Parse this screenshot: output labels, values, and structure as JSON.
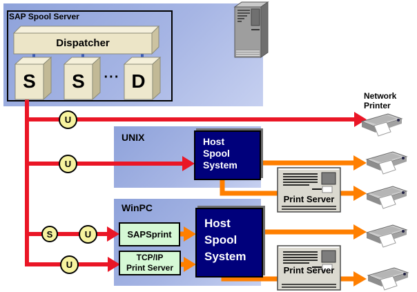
{
  "colors": {
    "panel_blue_start": "#8ea2da",
    "panel_blue_end": "#c6d0f0",
    "host_spool_navy": "#00007b",
    "connection_red": "#ea1626",
    "connection_orange": "#ff7f00",
    "badge_yellow": "#f7f39f",
    "green_box": "#d5f8d5",
    "cube_beige": "#eee8cd"
  },
  "sap_panel": {
    "title": "SAP Spool Server",
    "dispatcher_label": "Dispatcher",
    "work_processes": [
      {
        "letter": "S"
      },
      {
        "letter": "S"
      },
      {
        "letter": "D"
      }
    ],
    "ellipsis": "···"
  },
  "unix_panel": {
    "label": "UNIX",
    "host_spool_lines": [
      "Host",
      "Spool",
      "System"
    ]
  },
  "winpc_panel": {
    "label": "WinPC",
    "sapsprint_label": "SAPSprint",
    "tcpip_lines": [
      "TCP/IP",
      "Print Server"
    ],
    "host_spool_lines": [
      "Host",
      "Spool",
      "System"
    ]
  },
  "print_servers": [
    {
      "label": "Print Server"
    },
    {
      "label": "Print Server"
    }
  ],
  "network_printer": {
    "lines": [
      "Network",
      "Printer"
    ]
  },
  "badges": [
    {
      "letter": "U"
    },
    {
      "letter": "U"
    },
    {
      "letter": "S"
    },
    {
      "letter": "U"
    },
    {
      "letter": "U"
    }
  ]
}
